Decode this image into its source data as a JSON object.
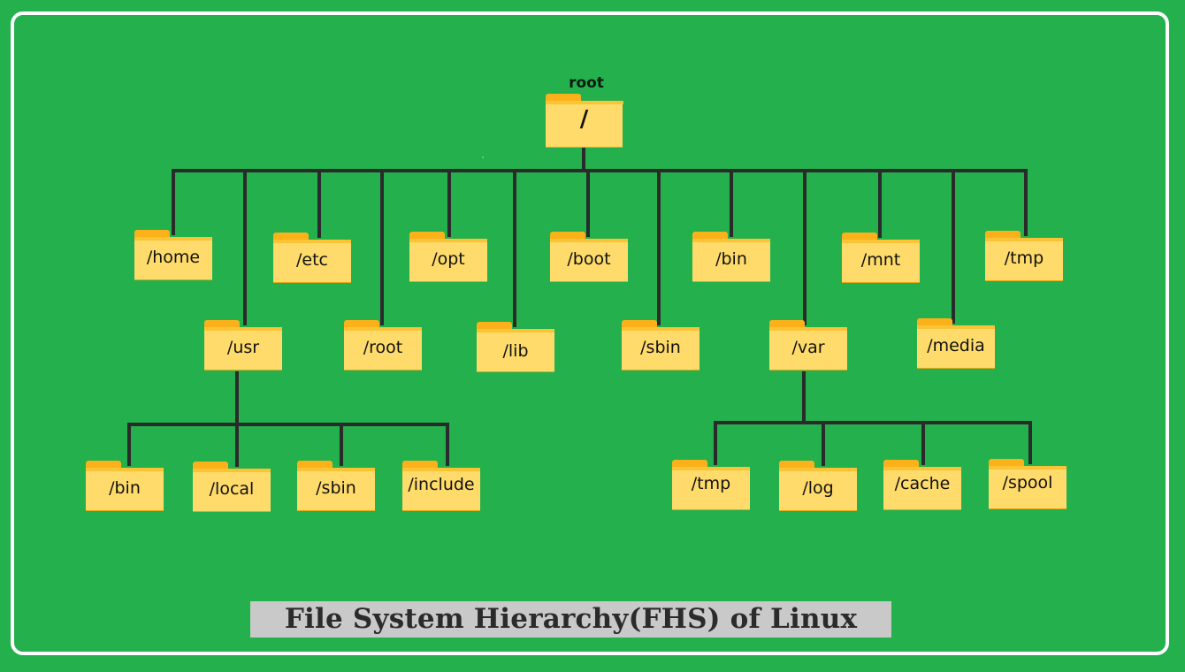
{
  "diagram": {
    "root_caption": "root",
    "root_label": "/",
    "title": "File System Hierarchy(FHS) of Linux",
    "colors": {
      "background": "#24b04c",
      "frame": "#ffffff",
      "connector": "#2a2a2a",
      "folder_body": "#fedb6a",
      "folder_tab": "#fbb21a",
      "title_bg": "#c9c9c9"
    },
    "top_level": [
      "/home",
      "/usr",
      "/etc",
      "/root",
      "/opt",
      "/lib",
      "/boot",
      "/sbin",
      "/bin",
      "/var",
      "/mnt",
      "/media",
      "/tmp"
    ],
    "usr_children": [
      "/bin",
      "/local",
      "/sbin",
      "/include"
    ],
    "var_children": [
      "/tmp",
      "/log",
      "/cache",
      "/spool"
    ]
  }
}
